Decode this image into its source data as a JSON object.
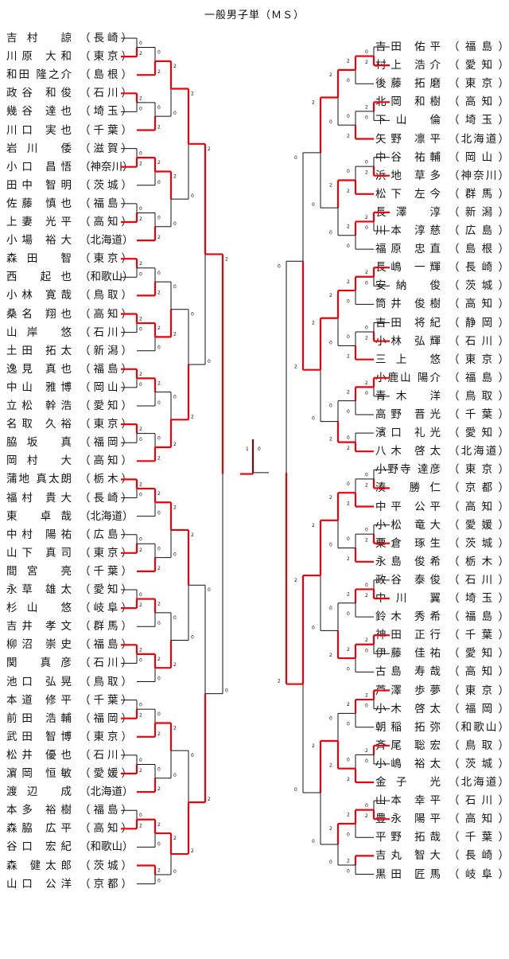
{
  "title": "一般男子単（ＭＳ）",
  "colors": {
    "winner": "#e8000d",
    "loser": "#111111"
  },
  "left_players": [
    {
      "name": "吉村 諒",
      "pref": "長崎"
    },
    {
      "name": "川原 大和",
      "pref": "東京"
    },
    {
      "name": "和田 隆之介",
      "pref": "島根"
    },
    {
      "name": "政谷 和俊",
      "pref": "石川"
    },
    {
      "name": "幾谷 達也",
      "pref": "埼玉"
    },
    {
      "name": "川口 実也",
      "pref": "千葉"
    },
    {
      "name": "岩川 倭",
      "pref": "滋賀"
    },
    {
      "name": "小口 昌悟",
      "pref": "神奈川"
    },
    {
      "name": "田中 智明",
      "pref": "茨城"
    },
    {
      "name": "佐藤 慎也",
      "pref": "福島"
    },
    {
      "name": "上妻 光平",
      "pref": "高知"
    },
    {
      "name": "小場 裕大",
      "pref": "北海道"
    },
    {
      "name": "森田 智",
      "pref": "東京"
    },
    {
      "name": "西 起也",
      "pref": "和歌山"
    },
    {
      "name": "小林 寛哉",
      "pref": "鳥取"
    },
    {
      "name": "桑名 翔也",
      "pref": "高知"
    },
    {
      "name": "山岸 悠",
      "pref": "石川"
    },
    {
      "name": "土田 拓太",
      "pref": "新潟"
    },
    {
      "name": "逸見 真也",
      "pref": "福島"
    },
    {
      "name": "中山 雅博",
      "pref": "岡山"
    },
    {
      "name": "立松 幹浩",
      "pref": "愛知"
    },
    {
      "name": "名取 久裕",
      "pref": "東京"
    },
    {
      "name": "脇坂 真",
      "pref": "福岡"
    },
    {
      "name": "岡村 大",
      "pref": "高知"
    },
    {
      "name": "蒲地 真太朗",
      "pref": "栃木"
    },
    {
      "name": "福村 貴大",
      "pref": "長崎"
    },
    {
      "name": "東 卓哉",
      "pref": "北海道"
    },
    {
      "name": "中村 陽祐",
      "pref": "広島"
    },
    {
      "name": "山下 真司",
      "pref": "東京"
    },
    {
      "name": "間宮 亮",
      "pref": "千葉"
    },
    {
      "name": "永草 雄太",
      "pref": "愛知"
    },
    {
      "name": "杉山 悠",
      "pref": "岐阜"
    },
    {
      "name": "吉井 孝文",
      "pref": "群馬"
    },
    {
      "name": "柳沼 崇史",
      "pref": "福島"
    },
    {
      "name": "関 真彦",
      "pref": "石川"
    },
    {
      "name": "池口 弘晃",
      "pref": "鳥取"
    },
    {
      "name": "本道 修平",
      "pref": "千葉"
    },
    {
      "name": "前田 浩輔",
      "pref": "福岡"
    },
    {
      "name": "武田 智博",
      "pref": "東京"
    },
    {
      "name": "松井 優也",
      "pref": "石川"
    },
    {
      "name": "濵岡 恒敏",
      "pref": "愛媛"
    },
    {
      "name": "渡辺 成",
      "pref": "北海道"
    },
    {
      "name": "本多 裕樹",
      "pref": "福島"
    },
    {
      "name": "森脇 広平",
      "pref": "高知"
    },
    {
      "name": "谷口 宏紀",
      "pref": "和歌山"
    },
    {
      "name": "森 健太郎",
      "pref": "茨城"
    },
    {
      "name": "山口 公洋",
      "pref": "京都"
    }
  ],
  "right_players": [
    {
      "name": "吉田 佑平",
      "pref": "福島"
    },
    {
      "name": "村上 浩介",
      "pref": "愛知"
    },
    {
      "name": "後藤 拓磨",
      "pref": "東京"
    },
    {
      "name": "北岡 和樹",
      "pref": "高知"
    },
    {
      "name": "下山 倫",
      "pref": "埼玉"
    },
    {
      "name": "矢野 凛平",
      "pref": "北海道"
    },
    {
      "name": "中谷 祐輔",
      "pref": "岡山"
    },
    {
      "name": "浜地 草多",
      "pref": "神奈川"
    },
    {
      "name": "松下 左今",
      "pref": "群馬"
    },
    {
      "name": "長澤 淳",
      "pref": "新潟"
    },
    {
      "name": "川本 淳慈",
      "pref": "広島"
    },
    {
      "name": "福原 忠直",
      "pref": "島根"
    },
    {
      "name": "長嶋 一輝",
      "pref": "長崎"
    },
    {
      "name": "安納 俊",
      "pref": "茨城"
    },
    {
      "name": "筒井 俊樹",
      "pref": "高知"
    },
    {
      "name": "吉田 将紀",
      "pref": "静岡"
    },
    {
      "name": "小林 弘輝",
      "pref": "石川"
    },
    {
      "name": "三上 悠",
      "pref": "東京"
    },
    {
      "name": "小鹿山 陽介",
      "pref": "福島"
    },
    {
      "name": "青木 洋",
      "pref": "鳥取"
    },
    {
      "name": "高野 晋光",
      "pref": "千葉"
    },
    {
      "name": "濱口 礼光",
      "pref": "愛知"
    },
    {
      "name": "八木 啓太",
      "pref": "北海道"
    },
    {
      "name": "小野寺 達彦",
      "pref": "東京"
    },
    {
      "name": "湊 勝仁",
      "pref": "京都"
    },
    {
      "name": "中平 公平",
      "pref": "高知"
    },
    {
      "name": "小松 竜大",
      "pref": "愛媛"
    },
    {
      "name": "粟倉 琢生",
      "pref": "茨城"
    },
    {
      "name": "永島 俊希",
      "pref": "栃木"
    },
    {
      "name": "政谷 泰俊",
      "pref": "石川"
    },
    {
      "name": "中川 翼",
      "pref": "埼玉"
    },
    {
      "name": "鈴木 秀希",
      "pref": "福島"
    },
    {
      "name": "神田 正行",
      "pref": "千葉"
    },
    {
      "name": "伊藤 佳祐",
      "pref": "愛知"
    },
    {
      "name": "古島 寿哉",
      "pref": "高知"
    },
    {
      "name": "芦澤 歩夢",
      "pref": "東京"
    },
    {
      "name": "小木 啓太",
      "pref": "福岡"
    },
    {
      "name": "朝稲 拓弥",
      "pref": "和歌山"
    },
    {
      "name": "斉尾 聡宏",
      "pref": "鳥取"
    },
    {
      "name": "小嶋 裕太",
      "pref": "茨城"
    },
    {
      "name": "金子 光",
      "pref": "北海道"
    },
    {
      "name": "山本 幸平",
      "pref": "石川"
    },
    {
      "name": "豊永 陽平",
      "pref": "高知"
    },
    {
      "name": "平野 拓哉",
      "pref": "千葉"
    },
    {
      "name": "吉丸 智大",
      "pref": "長崎"
    },
    {
      "name": "黒田 匠馬",
      "pref": "岐阜"
    }
  ]
}
